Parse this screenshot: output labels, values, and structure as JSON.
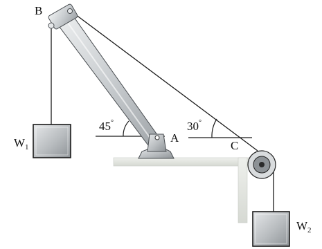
{
  "labels": {
    "point_b": "B",
    "point_a": "A",
    "point_c": "C",
    "weight_1_letter": "W",
    "weight_1_sub": "1",
    "weight_2_letter": "W",
    "weight_2_sub": "2"
  },
  "angles": {
    "boom_angle_value": "45",
    "boom_angle_unit": "°",
    "cable_angle_value": "30",
    "cable_angle_unit": "°"
  },
  "colors": {
    "line": "#1a1a1a",
    "boom_fill": "#c9cdd0",
    "boom_highlight": "#eef0f1",
    "weight_fill": "#bfc3c6",
    "weight_dark": "#8d9296",
    "ground": "#e4e6e1"
  }
}
